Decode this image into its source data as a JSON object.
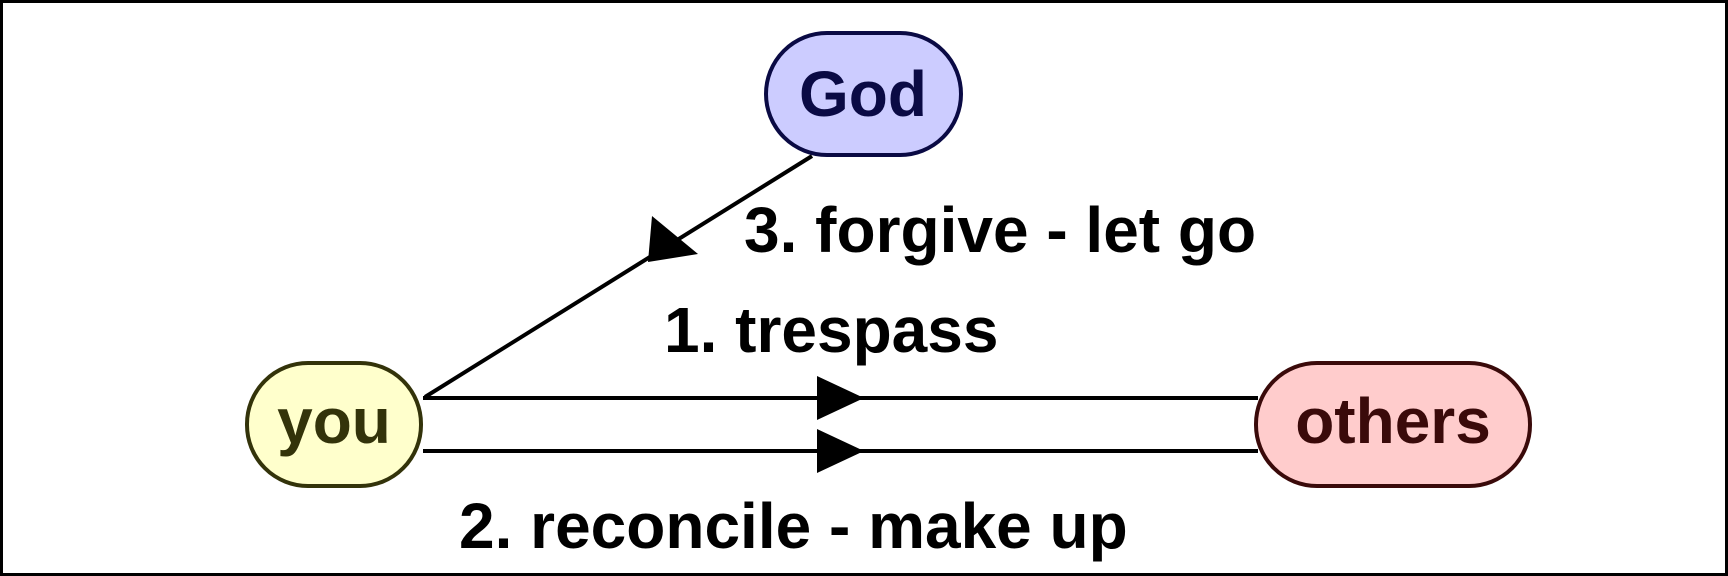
{
  "diagram": {
    "nodes": {
      "god": {
        "label": "God",
        "fill": "#ccccff",
        "stroke": "#0a0a44",
        "text_color": "#0a0a44"
      },
      "you": {
        "label": "you",
        "fill": "#ffffcc",
        "stroke": "#33330a",
        "text_color": "#33330a"
      },
      "others": {
        "label": "others",
        "fill": "#ffcccc",
        "stroke": "#3a0a0a",
        "text_color": "#3a0a0a"
      }
    },
    "edges": {
      "trespass": {
        "from": "you",
        "to": "others",
        "label": "1. trespass"
      },
      "reconcile": {
        "from": "you",
        "to": "others",
        "label": "2. reconcile - make up"
      },
      "forgive": {
        "from": "God",
        "to": "you",
        "label": "3. forgive - let go"
      }
    },
    "line_color": "#000000",
    "frame_color": "#000000"
  }
}
